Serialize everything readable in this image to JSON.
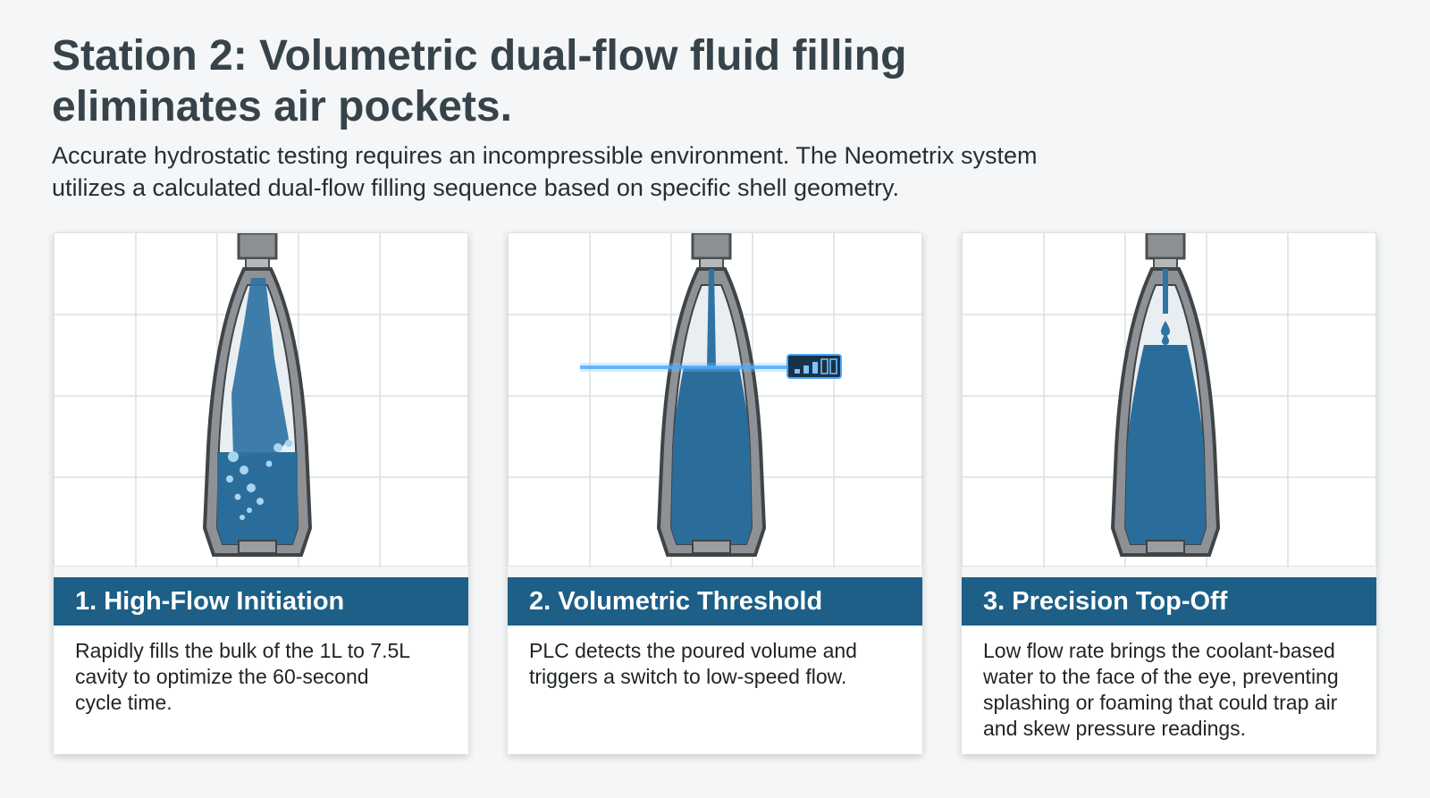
{
  "title": {
    "line1": "Station 2: Volumetric dual-flow fluid filling",
    "line2": "eliminates air pockets."
  },
  "subtitle": {
    "line1": "Accurate hydrostatic testing requires an incompressible environment. The Neometrix system",
    "line2": "utilizes a calculated dual-flow filling sequence based on specific shell geometry."
  },
  "colors": {
    "header_bar": "#1d5f86",
    "water": "#2b6d9a",
    "shell": "#8e9296",
    "sensor_beam": "#3aa0ff"
  },
  "steps": [
    {
      "heading": "1. High-Flow Initiation",
      "body": [
        "Rapidly fills the bulk of the 1L to 7.5L",
        "cavity to optimize the 60-second",
        "cycle time."
      ],
      "fill_level": 0.3,
      "illustration": "turbulent-high-flow-stream"
    },
    {
      "heading": "2. Volumetric Threshold",
      "body": [
        "PLC detects the poured volume and",
        "triggers a switch to low-speed flow."
      ],
      "fill_level": 0.72,
      "illustration": "level-sensor-beam"
    },
    {
      "heading": "3. Precision Top-Off",
      "body": [
        "Low flow rate brings the coolant-based",
        "water to the face of the eye, preventing",
        "splashing or foaming that could trap air",
        "and skew pressure readings."
      ],
      "fill_level": 0.88,
      "illustration": "drip-top-off"
    }
  ]
}
